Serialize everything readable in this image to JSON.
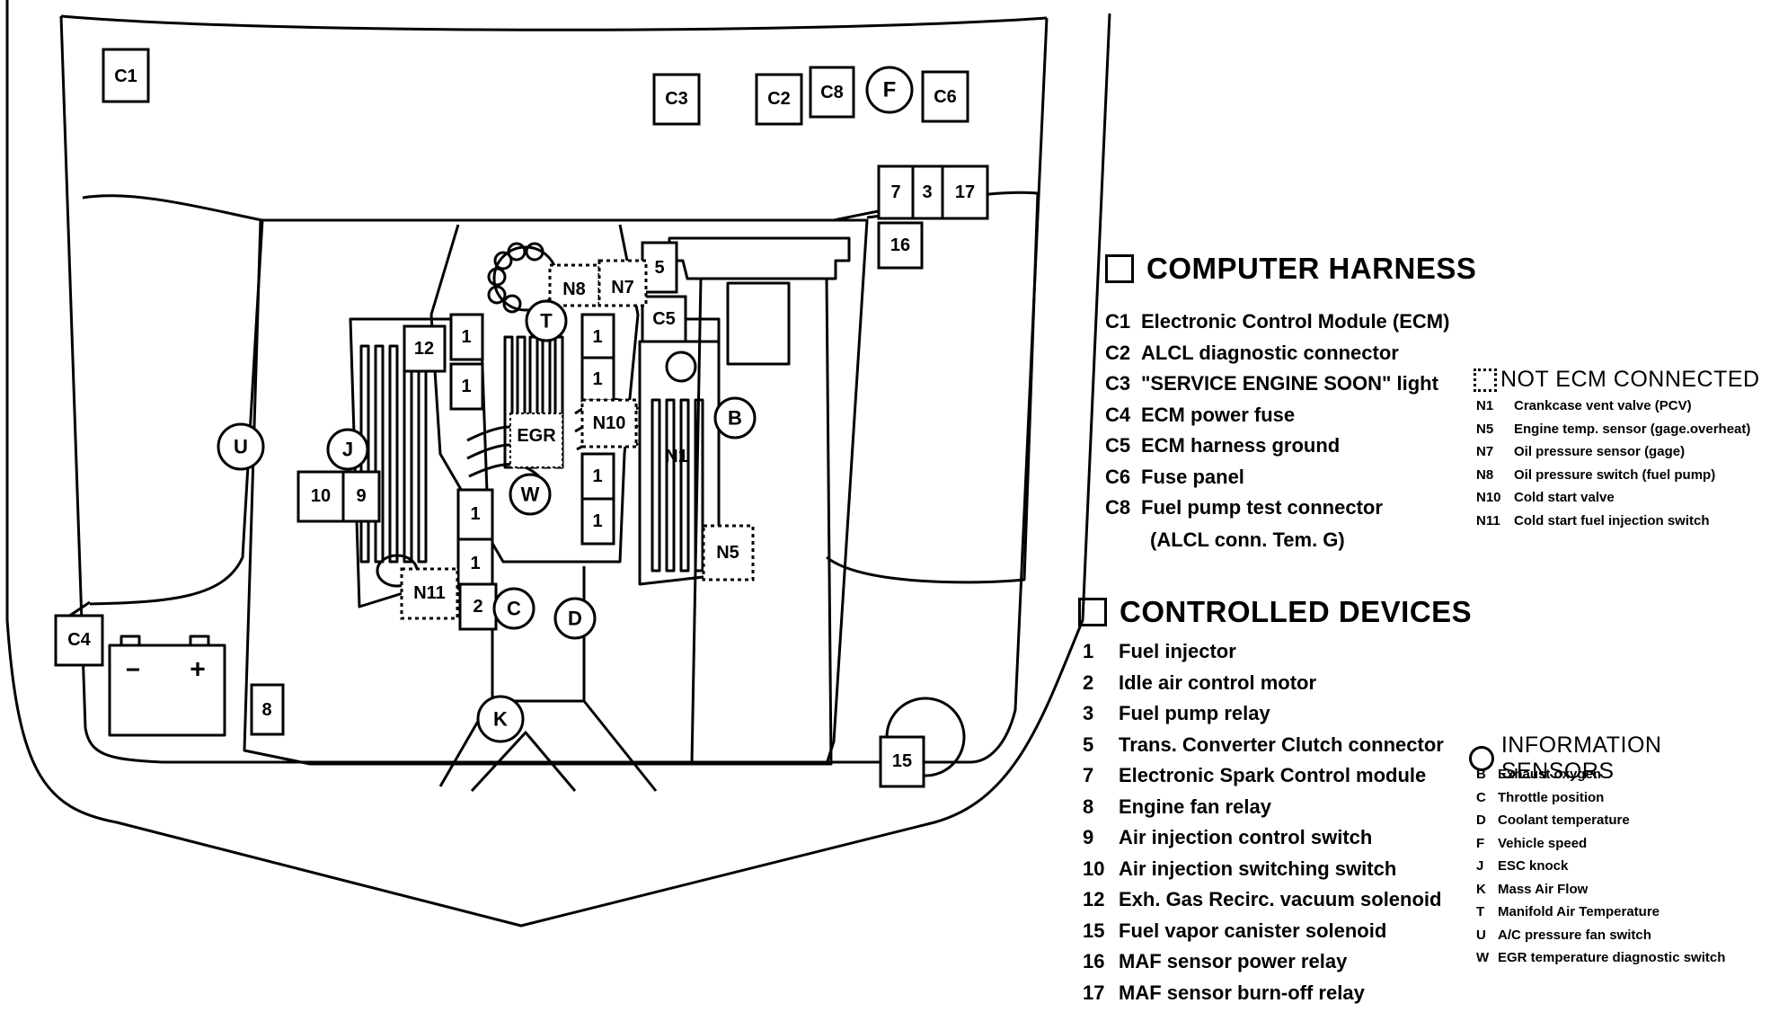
{
  "diagram": {
    "labels": {
      "C1": "C1",
      "C2": "C2",
      "C3": "C3",
      "C4": "C4",
      "C5": "C5",
      "C6": "C6",
      "C8": "C8",
      "F": "F",
      "7": "7",
      "3": "3",
      "17": "17",
      "16": "16",
      "5": "5",
      "12": "12",
      "1": "1",
      "2": "2",
      "8": "8",
      "9": "9",
      "10": "10",
      "15": "15",
      "T": "T",
      "W": "W",
      "B": "B",
      "J": "J",
      "U": "U",
      "C": "C",
      "D": "D",
      "K": "K",
      "N1": "N1",
      "N5": "N5",
      "N7": "N7",
      "N8": "N8",
      "N10": "N10",
      "N11": "N11",
      "EGR": "EGR",
      "minus": "−",
      "plus": "+"
    }
  },
  "legend": {
    "computer_harness": {
      "title": "COMPUTER HARNESS",
      "items": [
        {
          "key": "C1",
          "text": "Electronic Control Module (ECM)"
        },
        {
          "key": "C2",
          "text": "ALCL diagnostic connector"
        },
        {
          "key": "C3",
          "text": "\"SERVICE ENGINE SOON\" light"
        },
        {
          "key": "C4",
          "text": "ECM power fuse"
        },
        {
          "key": "C5",
          "text": "ECM harness ground"
        },
        {
          "key": "C6",
          "text": "Fuse panel"
        },
        {
          "key": "C8",
          "text": "Fuel pump test connector"
        }
      ],
      "continuation": "(ALCL conn. Tem. G)"
    },
    "not_ecm": {
      "title": "NOT ECM CONNECTED",
      "items": [
        {
          "key": "N1",
          "text": "Crankcase vent valve (PCV)"
        },
        {
          "key": "N5",
          "text": "Engine temp. sensor (gage.overheat)"
        },
        {
          "key": "N7",
          "text": "Oil pressure sensor (gage)"
        },
        {
          "key": "N8",
          "text": "Oil pressure switch (fuel pump)"
        },
        {
          "key": "N10",
          "text": "Cold start valve"
        },
        {
          "key": "N11",
          "text": "Cold start fuel injection switch"
        }
      ]
    },
    "controlled_devices": {
      "title": "CONTROLLED DEVICES",
      "items": [
        {
          "key": "1",
          "text": "Fuel injector"
        },
        {
          "key": "2",
          "text": "Idle air control motor"
        },
        {
          "key": "3",
          "text": "Fuel pump relay"
        },
        {
          "key": "5",
          "text": "Trans. Converter Clutch connector"
        },
        {
          "key": "7",
          "text": "Electronic Spark Control module"
        },
        {
          "key": "8",
          "text": "Engine fan relay"
        },
        {
          "key": "9",
          "text": "Air injection control switch"
        },
        {
          "key": "10",
          "text": "Air injection switching switch"
        },
        {
          "key": "12",
          "text": "Exh. Gas Recirc. vacuum solenoid"
        },
        {
          "key": "15",
          "text": "Fuel vapor canister solenoid"
        },
        {
          "key": "16",
          "text": "MAF sensor power relay"
        },
        {
          "key": "17",
          "text": "MAF sensor burn-off relay"
        }
      ]
    },
    "information_sensors": {
      "title": "INFORMATION SENSORS",
      "items": [
        {
          "key": "B",
          "text": "Exhaust oxygen"
        },
        {
          "key": "C",
          "text": "Throttle position"
        },
        {
          "key": "D",
          "text": "Coolant temperature"
        },
        {
          "key": "F",
          "text": "Vehicle speed"
        },
        {
          "key": "J",
          "text": "ESC knock"
        },
        {
          "key": "K",
          "text": "Mass Air Flow"
        },
        {
          "key": "T",
          "text": "Manifold Air Temperature"
        },
        {
          "key": "U",
          "text": "A/C pressure fan switch"
        },
        {
          "key": "W",
          "text": "EGR temperature diagnostic switch"
        }
      ]
    }
  }
}
